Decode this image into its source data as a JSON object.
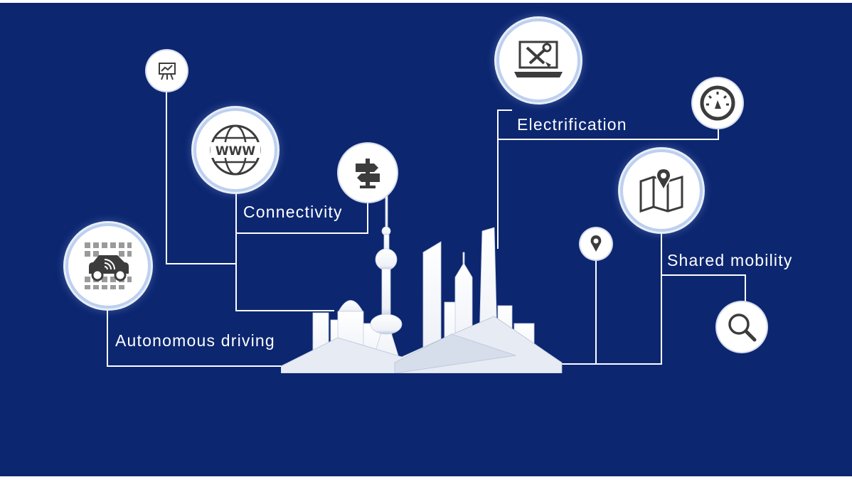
{
  "labels": {
    "autonomous": "Autonomous driving",
    "connectivity": "Connectivity",
    "electrification": "Electrification",
    "shared": "Shared mobility"
  },
  "icons": [
    "chart-board-icon",
    "globe-www-icon",
    "signpost-icon",
    "car-signal-icon",
    "laptop-tools-icon",
    "speedometer-icon",
    "map-pin-icon",
    "location-pin-icon",
    "magnifier-icon",
    "city-skyline"
  ],
  "colors": {
    "background": "#0c2670",
    "line": "#ffffff",
    "icon": "#3c3c3c",
    "ring": "#bcd0ef"
  },
  "www_text": "WWW"
}
